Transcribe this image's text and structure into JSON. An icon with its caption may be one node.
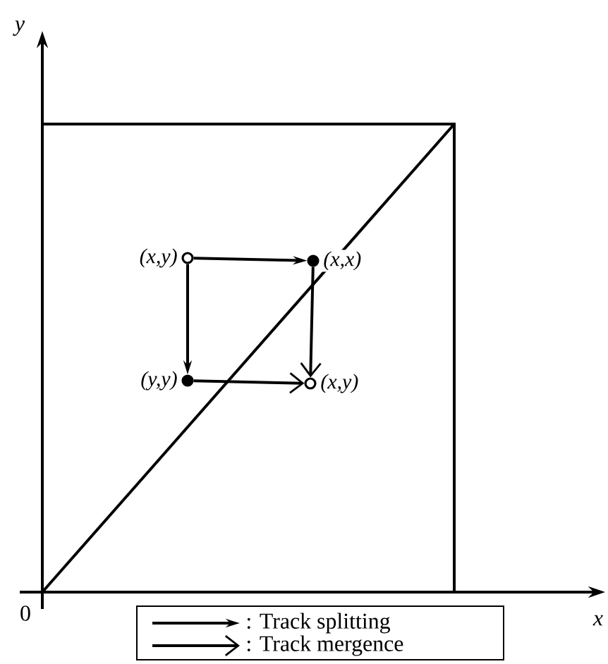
{
  "diagram": {
    "nodes": [
      {
        "text": [],
        "shape": "circle",
        "beside": [
          "(x,y)"
        ]
      },
      {
        "text": [],
        "shape": "circle",
        "beside": [
          "(x,x)"
        ]
      },
      {
        "text": [],
        "shape": "circle",
        "beside": [
          "(y,y)"
        ]
      },
      {
        "text": [],
        "shape": "circle",
        "beside": [
          "(x,y)"
        ]
      }
    ],
    "edges": [
      {
        "from": 0,
        "to": 1,
        "arrow": "to"
      },
      {
        "from": 0,
        "to": 2,
        "arrow": "to"
      },
      {
        "from": 1,
        "to": 3,
        "arrow": "to"
      },
      {
        "from": 2,
        "to": 3,
        "arrow": "to"
      }
    ],
    "labels": [
      "y",
      "x",
      "0"
    ],
    "legend": [
      {
        "text": ": Track splitting"
      },
      {
        "text": ": Track mergence"
      }
    ]
  }
}
